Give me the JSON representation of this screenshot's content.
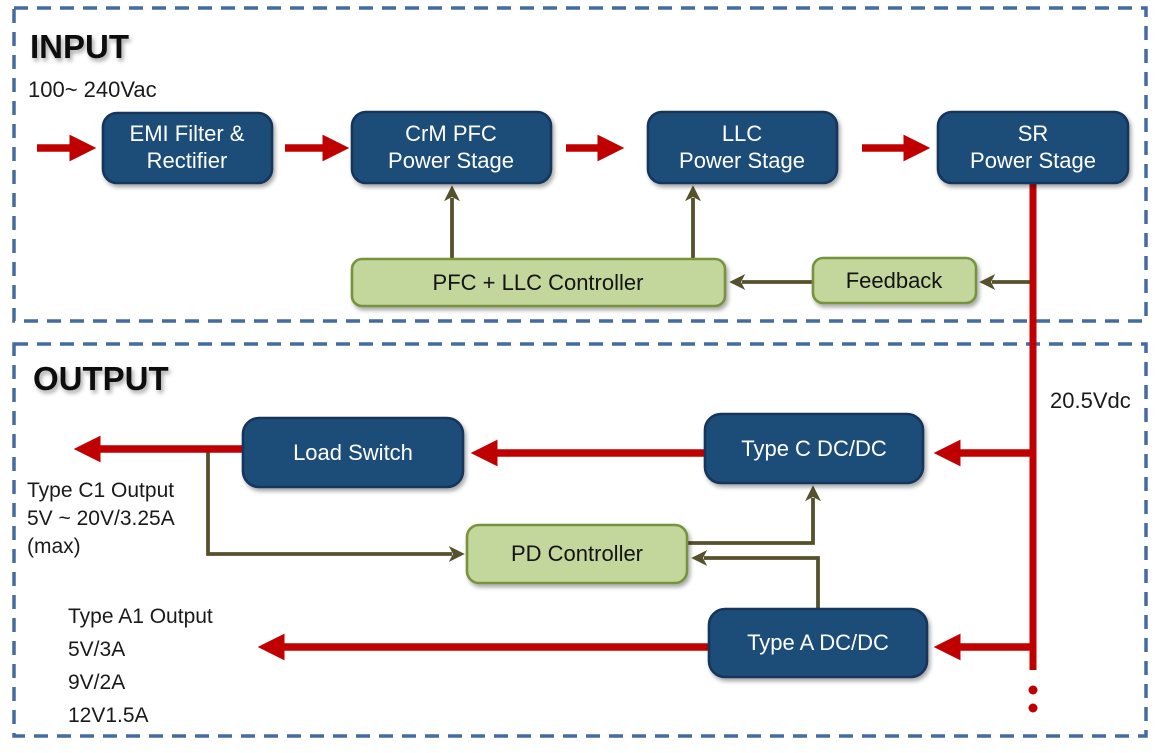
{
  "colors": {
    "power_red": "#C00000",
    "signal_olive": "#56512D",
    "block_fill": "#1F4E79",
    "block_border": "#16365C",
    "green_fill": "#C3D69B",
    "green_border": "#77933C",
    "boundary_blue": "#446C9F"
  },
  "sections": {
    "input": {
      "title": "INPUT",
      "subtitle": "100~ 240Vac"
    },
    "output": {
      "title": "OUTPUT"
    }
  },
  "blocks": {
    "emi": {
      "lines": [
        "EMI Filter &",
        "Rectifier"
      ]
    },
    "crm_pfc": {
      "lines": [
        "CrM PFC",
        "Power Stage"
      ]
    },
    "llc": {
      "lines": [
        "LLC",
        "Power Stage"
      ]
    },
    "sr": {
      "lines": [
        "SR",
        "Power Stage"
      ]
    },
    "pfc_llc_controller": {
      "label": "PFC + LLC  Controller"
    },
    "feedback": {
      "label": "Feedback"
    },
    "load_switch": {
      "label": "Load Switch"
    },
    "type_c_dcdc": {
      "label": "Type C DC/DC"
    },
    "pd_controller": {
      "label": "PD Controller"
    },
    "type_a_dcdc": {
      "label": "Type A DC/DC"
    }
  },
  "labels": {
    "dc_bus_voltage": "20.5Vdc",
    "type_c1_output": {
      "lines": [
        "Type C1 Output",
        "5V ~ 20V/3.25A",
        "(max)"
      ]
    },
    "type_a1_output": {
      "lines": [
        "Type A1 Output",
        "5V/3A",
        "9V/2A",
        "12V1.5A"
      ]
    }
  }
}
